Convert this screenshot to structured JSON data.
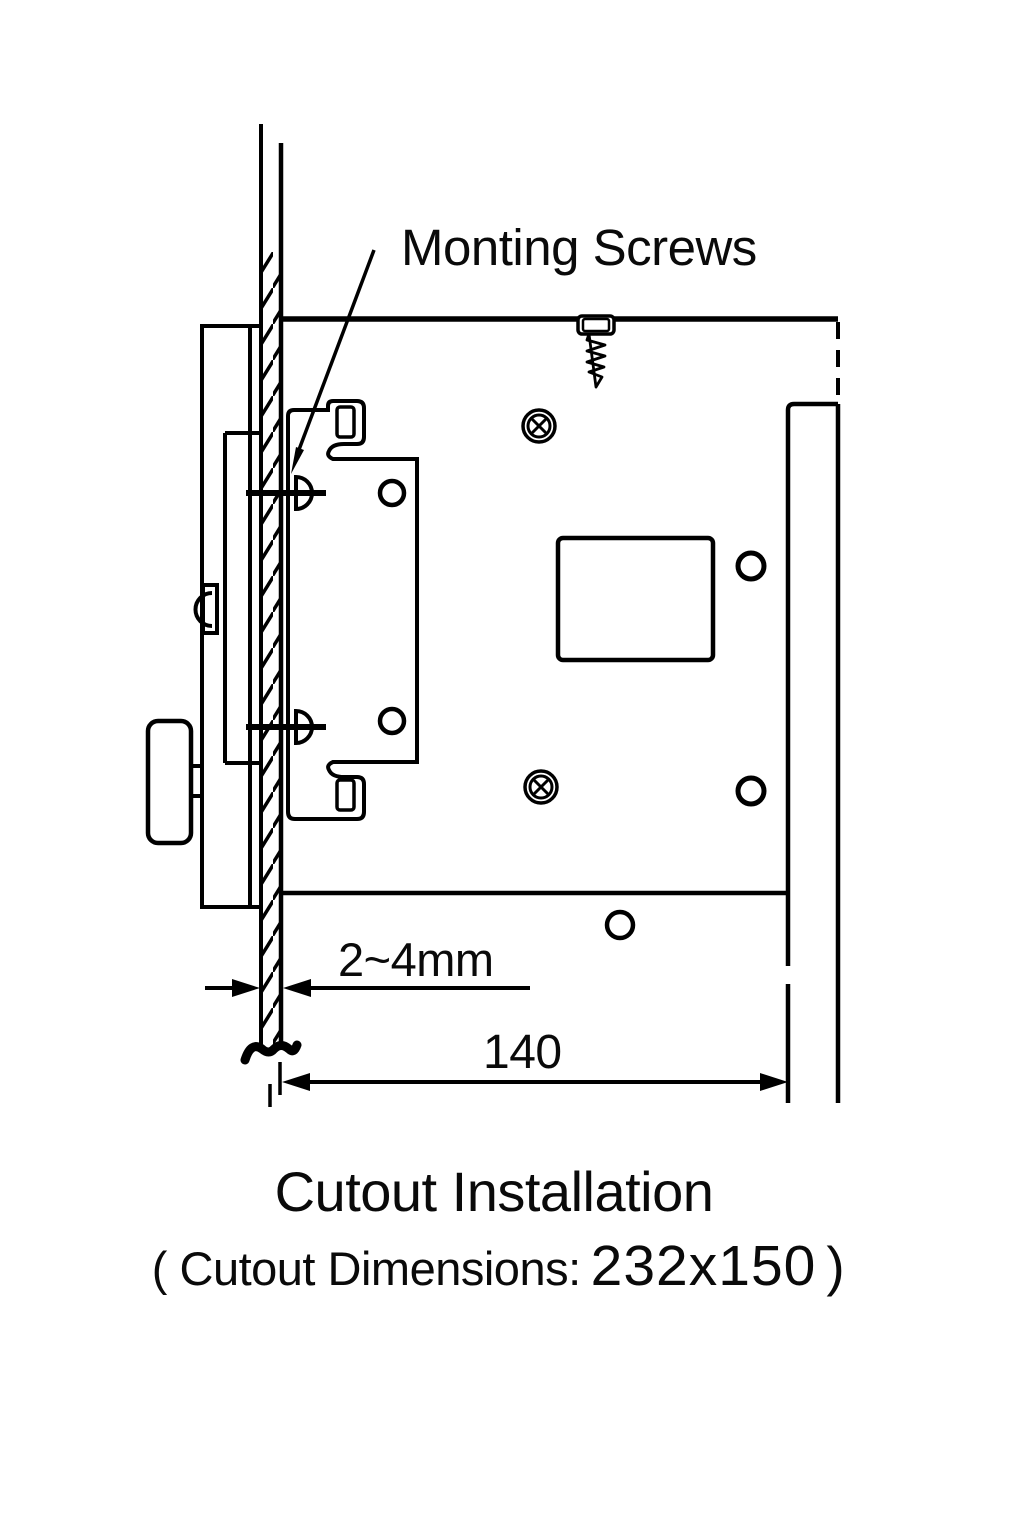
{
  "figure": {
    "type": "technical-installation-diagram",
    "view": "side-section of panel mounted in a wall cutout"
  },
  "colors": {
    "ink": "#000000",
    "background": "#ffffff"
  },
  "annotations": {
    "mounting_screws_label": "Monting Screws",
    "gap_dimension": "2~4mm",
    "width_dimension": "140"
  },
  "caption": {
    "title": "Cutout Installation",
    "dimensions_prefix": "( Cutout Dimensions:",
    "dimensions_value": "232x150",
    "dimensions_suffix": ")"
  },
  "diagram_parts": [
    "wall-cross-section-hatched",
    "panel-body-behind-wall",
    "panel-latch",
    "panel-knob",
    "mounting-bracket-with-clips",
    "mounting-screw-dome-head",
    "self-tapping-screw-icon",
    "screw-position-cross-marker",
    "bracket-hole",
    "cable-window",
    "wall-break-symbol",
    "dimension-arrows"
  ]
}
